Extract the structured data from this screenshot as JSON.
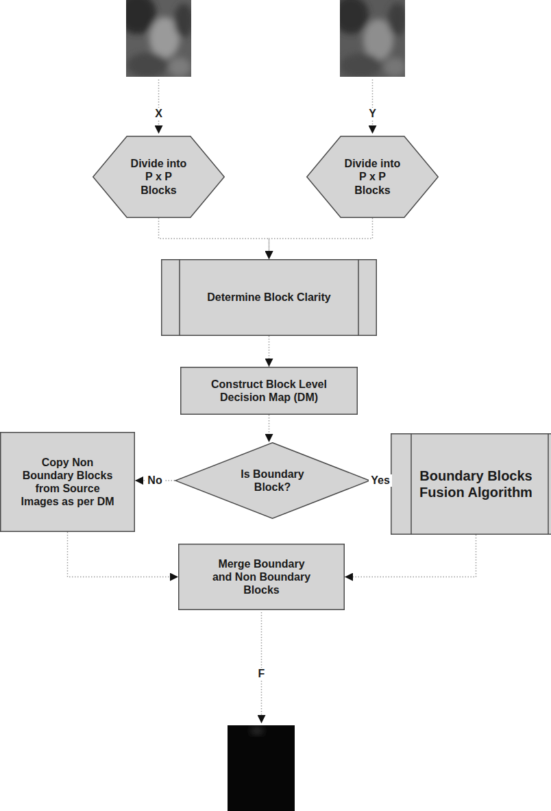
{
  "diagram": {
    "nodes": [
      {
        "text": [
          "Divide into P x P Blocks"
        ]
      },
      {
        "text": [
          "Divide into P x P Blocks"
        ]
      },
      {
        "text": [
          "Determine Block Clarity"
        ]
      },
      {
        "text": [
          "Construct Block Level Decision Map (DM)"
        ]
      },
      {
        "text": [
          "Is Boundary Block?"
        ]
      },
      {
        "text": [
          "Copy Non Boundary Blocks from Source Images as per DM"
        ]
      },
      {
        "text": [
          "Boundary Blocks Fusion Algorithm"
        ]
      },
      {
        "text": [
          "Merge Boundary and Non Boundary Blocks"
        ]
      }
    ],
    "edges": [
      {
        "from": 0,
        "to": 2,
        "arrow": "to"
      },
      {
        "from": 1,
        "to": 2,
        "arrow": "to"
      },
      {
        "from": 2,
        "to": 3,
        "arrow": "to"
      },
      {
        "from": 3,
        "to": 4,
        "arrow": "to"
      },
      {
        "from": 4,
        "to": 5,
        "label": "No",
        "arrow": "to"
      },
      {
        "from": 4,
        "to": 6,
        "label": "Yes",
        "arrow": "to"
      },
      {
        "from": 5,
        "to": 7,
        "arrow": "to"
      },
      {
        "from": 6,
        "to": 7,
        "arrow": "to"
      }
    ],
    "labels": [
      "X",
      "Y",
      "F"
    ]
  }
}
